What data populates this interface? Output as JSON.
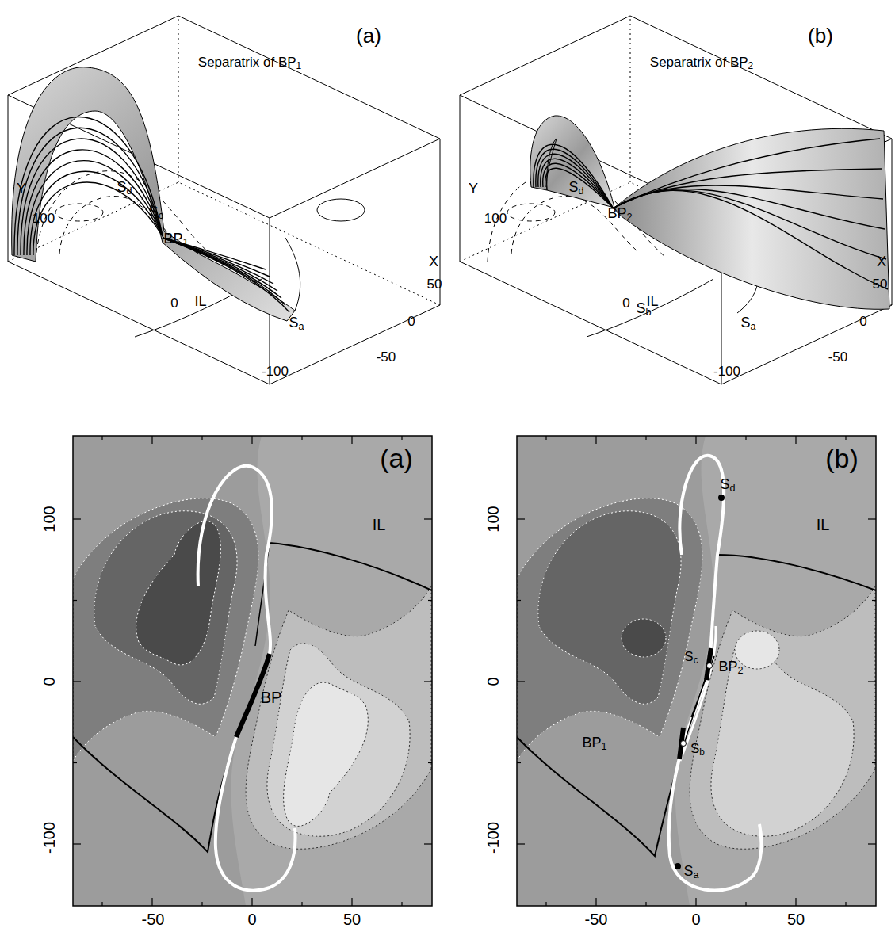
{
  "diagram": {
    "labels": [
      "(a)",
      "Separatrix of BP1",
      "Sd",
      "Sc",
      "BP1",
      "IL",
      "Sa",
      "Y",
      "100",
      "0",
      "-100",
      "X",
      "50",
      "0",
      "-50",
      "(b)",
      "Separatrix of BP2",
      "Sd",
      "BP2",
      "Sb",
      "IL",
      "Sa",
      "Y",
      "100",
      "0",
      "-100",
      "X",
      "50",
      "0",
      "-50",
      "(a)",
      "100",
      "0",
      "-100",
      "-50",
      "0",
      "50",
      "IL",
      "BP",
      "(b)",
      "100",
      "0",
      "-100",
      "-50",
      "0",
      "50",
      "Sd",
      "IL",
      "Sc",
      "BP2",
      "BP1",
      "Sb",
      "Sa"
    ]
  }
}
